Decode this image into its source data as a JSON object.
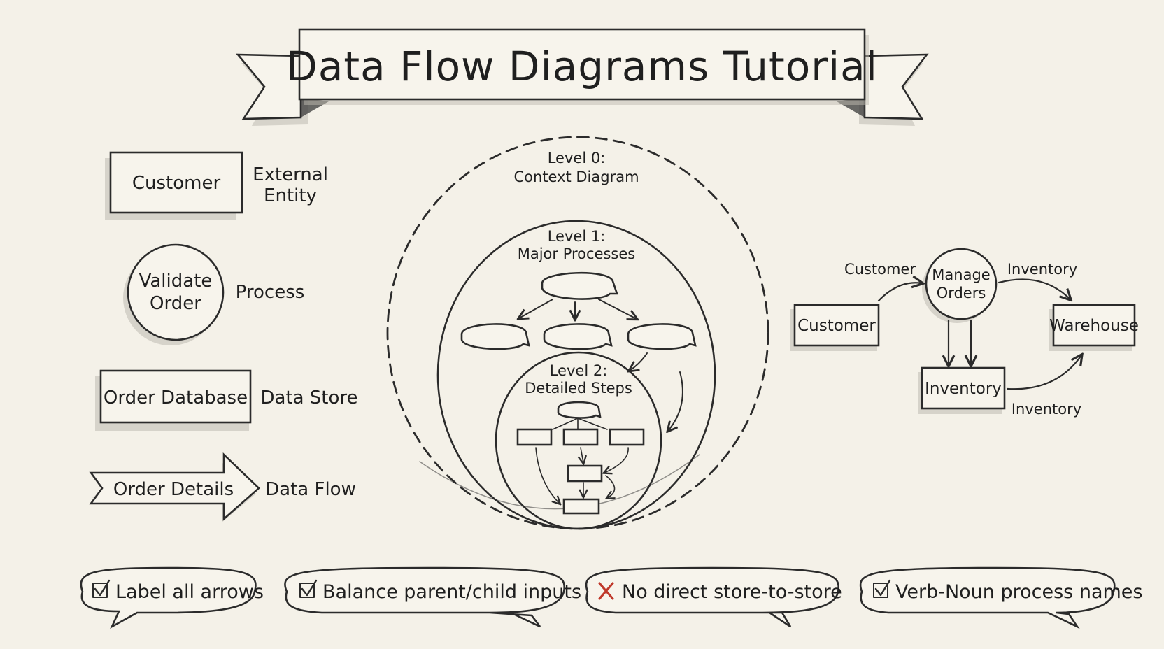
{
  "title": "Data Flow Diagrams Tutorial",
  "legend": {
    "external_entity": {
      "symbol_text": "Customer",
      "caption_line1": "External",
      "caption_line2": "Entity"
    },
    "process": {
      "symbol_line1": "Validate",
      "symbol_line2": "Order",
      "caption": "Process"
    },
    "data_store": {
      "symbol_text": "Order Database",
      "caption": "Data Store"
    },
    "data_flow": {
      "symbol_text": "Order Details",
      "caption": "Data Flow"
    }
  },
  "levels": {
    "level0": {
      "line1": "Level 0:",
      "line2": "Context Diagram"
    },
    "level1": {
      "line1": "Level 1:",
      "line2": "Major Processes"
    },
    "level2": {
      "line1": "Level 2:",
      "line2": "Detailed Steps"
    }
  },
  "example": {
    "customer_box": "Customer",
    "process_line1": "Manage",
    "process_line2": "Orders",
    "warehouse_box": "Warehouse",
    "inventory_box": "Inventory",
    "flow_customer": "Customer",
    "flow_inventory_top": "Inventory",
    "flow_inventory_bottom": "Inventory"
  },
  "tips": [
    {
      "icon": "checkbox-checked-icon",
      "text": "Label all arrows"
    },
    {
      "icon": "checkbox-checked-icon",
      "text": "Balance parent/child inputs"
    },
    {
      "icon": "cross-icon",
      "text": "No direct store-to-store"
    },
    {
      "icon": "checkbox-checked-icon",
      "text": "Verb-Noun process names"
    }
  ],
  "colors": {
    "ink": "#2b2b2b",
    "paper": "#f4f1e8",
    "cross": "#c0392b"
  }
}
